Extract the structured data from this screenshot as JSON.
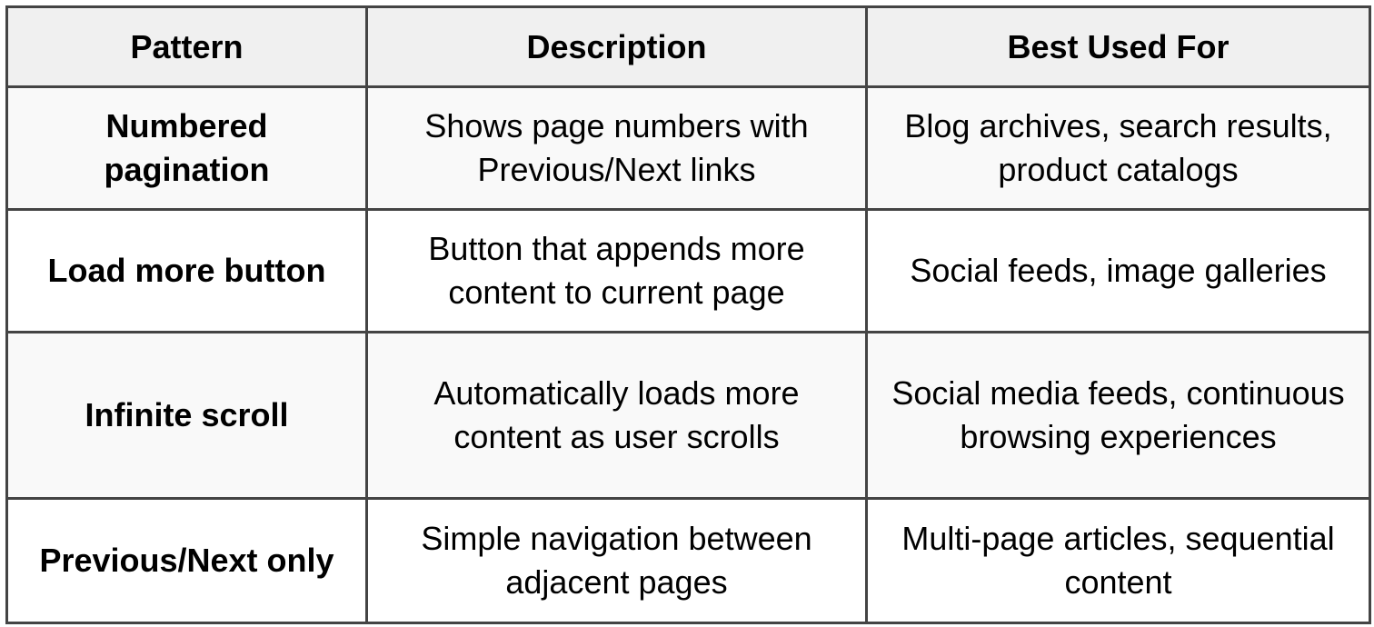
{
  "table": {
    "headers": {
      "pattern": "Pattern",
      "description": "Description",
      "best_used_for": "Best Used For"
    },
    "rows": [
      {
        "pattern": "Numbered pagination",
        "description": "Shows page numbers with Previous/Next links",
        "best_used_for": "Blog archives, search results, product catalogs"
      },
      {
        "pattern": "Load more button",
        "description": "Button that appends more content to current page",
        "best_used_for": "Social feeds, image galleries"
      },
      {
        "pattern": "Infinite scroll",
        "description": "Automatically loads more content as user scrolls",
        "best_used_for": "Social media feeds, continuous browsing experiences"
      },
      {
        "pattern": "Previous/Next only",
        "description": "Simple navigation between adjacent pages",
        "best_used_for": "Multi-page articles, sequential content"
      }
    ]
  },
  "colors": {
    "border": "#444444",
    "header_bg": "#f0f0f0",
    "stripe_bg": "#f9f9f9",
    "row_bg": "#ffffff",
    "text": "#000000"
  }
}
